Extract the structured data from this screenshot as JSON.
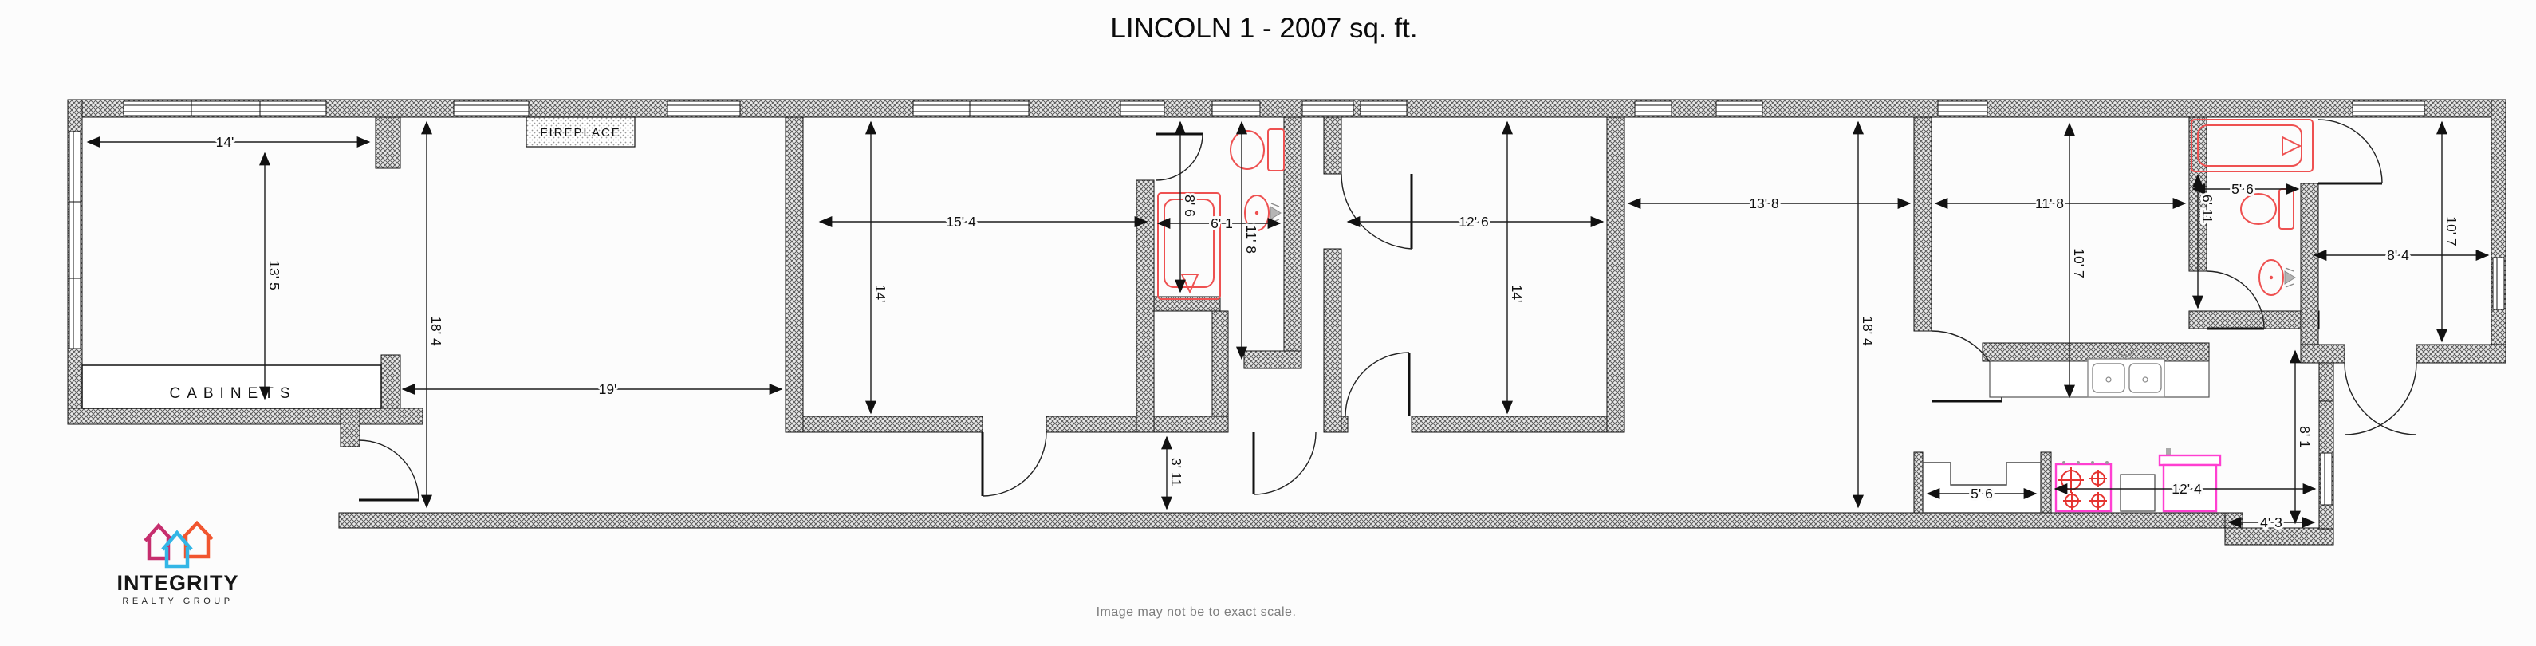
{
  "title": "LINCOLN 1 - 2007 sq. ft.",
  "disclaimer": "Image may not be to exact scale.",
  "labels": {
    "fireplace": "FIREPLACE",
    "cabinets": "CABINETS"
  },
  "logo": {
    "name": "INTEGRITY",
    "tagline": "REALTY GROUP"
  },
  "colors": {
    "fixture_red": "#ee5151",
    "appliance_magenta": "#ff3fd1",
    "burner_red": "#e53430",
    "logo_pink": "#c62e6e",
    "logo_orange": "#f1552f",
    "logo_cyan": "#33b6e6",
    "wall_gray": "#5a5a5a"
  },
  "dims": [
    {
      "id": "bed1-width",
      "text": "14'"
    },
    {
      "id": "bed1-depth",
      "text": "13' 5"
    },
    {
      "id": "living1-depth",
      "text": "18' 4"
    },
    {
      "id": "living1-width",
      "text": "19'"
    },
    {
      "id": "bed2-width",
      "text": "15' 4"
    },
    {
      "id": "bed2-depth",
      "text": "14'"
    },
    {
      "id": "bath1-tub",
      "text": "8' 6"
    },
    {
      "id": "bath1-width",
      "text": "6' 1"
    },
    {
      "id": "bath1-depth",
      "text": "11' 8"
    },
    {
      "id": "bed3-width",
      "text": "12' 6"
    },
    {
      "id": "bed3-depth",
      "text": "14'"
    },
    {
      "id": "living2-width",
      "text": "13' 8"
    },
    {
      "id": "living2-depth",
      "text": "18' 4"
    },
    {
      "id": "kitchen-width",
      "text": "11' 8"
    },
    {
      "id": "kitchen-depth",
      "text": "10' 7"
    },
    {
      "id": "bath2-depth",
      "text": "6' 11"
    },
    {
      "id": "bath2-width",
      "text": "5' 6"
    },
    {
      "id": "bed4-width",
      "text": "8' 4"
    },
    {
      "id": "bed4-depth",
      "text": "10' 7"
    },
    {
      "id": "counter-width",
      "text": "5' 6"
    },
    {
      "id": "kitchen-run",
      "text": "12' 4"
    },
    {
      "id": "entry-depth",
      "text": "8' 1"
    },
    {
      "id": "nook-width",
      "text": "4' 3"
    },
    {
      "id": "hall-width",
      "text": "3' 11"
    }
  ]
}
